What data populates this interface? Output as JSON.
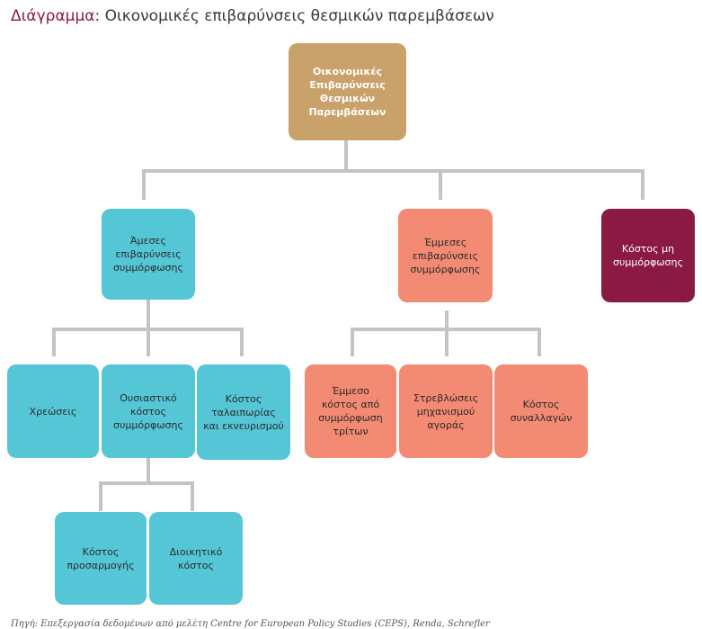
{
  "header": {
    "prefix": "Διάγραμμα:",
    "title": "Οικονομικές επιβαρύνσεις θεσμικών παρεμβάσεων"
  },
  "diagram": {
    "root": "Οικονομικές\nΕπιβαρύνσεις\nΘεσμικών\nΠαρεμβάσεων",
    "direct": {
      "label": "Άμεσες\nεπιβαρύνσεις\nσυμμόρφωσης",
      "children": {
        "fees": "Χρεώσεις",
        "substantive": "Ουσιαστικό\nκόστος\nσυμμόρφωσης",
        "hassle": "Κόστος\nταλαιπωρίας\nκαι εκνευρισμού"
      },
      "substantive_children": {
        "adjustment": "Κόστος\nπροσαρμογής",
        "administrative": "Διοικητικό\nκόστος"
      }
    },
    "indirect": {
      "label": "Έμμεσες\nεπιβαρύνσεις\nσυμμόρφωσης",
      "children": {
        "third_party": "Έμμεσο\nκόστος από\nσυμμόρφωση\nτρίτων",
        "distortions": "Στρεβλώσεις\nμηχανισμού\nαγοράς",
        "transaction": "Κόστος\nσυναλλαγών"
      }
    },
    "non_compliance": "Κόστος μη\nσυμμόρφωσης"
  },
  "colors": {
    "root": "#c9a26b",
    "direct": "#55c6d6",
    "indirect": "#f28a74",
    "non_compliance": "#8a1a44",
    "connector": "#c4c4c4"
  },
  "footer": {
    "source": "Πηγή: Επεξεργασία δεδομένων από μελέτη Centre for European Policy Studies (CEPS), Renda, Schrefler"
  }
}
